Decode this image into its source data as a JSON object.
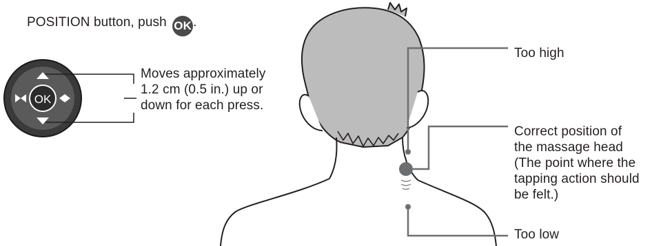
{
  "instruction": {
    "text": "POSITION button, push",
    "ok_symbol": "OK",
    "trailing": "."
  },
  "dial": {
    "center_label": "OK",
    "note_lines": [
      "Moves approximately",
      "1.2 cm (0.5 in.) up or",
      "down for each press."
    ]
  },
  "labels": {
    "too_high": "Too high",
    "correct_lines": [
      "Correct position of",
      "the massage head",
      "(The point where the",
      "tapping action should",
      "be felt.)"
    ],
    "too_low": "Too low"
  },
  "colors": {
    "hair": "#bcbcbc",
    "outline": "#231f20",
    "leader": "#6d6e70",
    "dot": "#6d6e70",
    "dial_outer": "#3a3a3a",
    "dial_inner": "#5a5a5a"
  }
}
